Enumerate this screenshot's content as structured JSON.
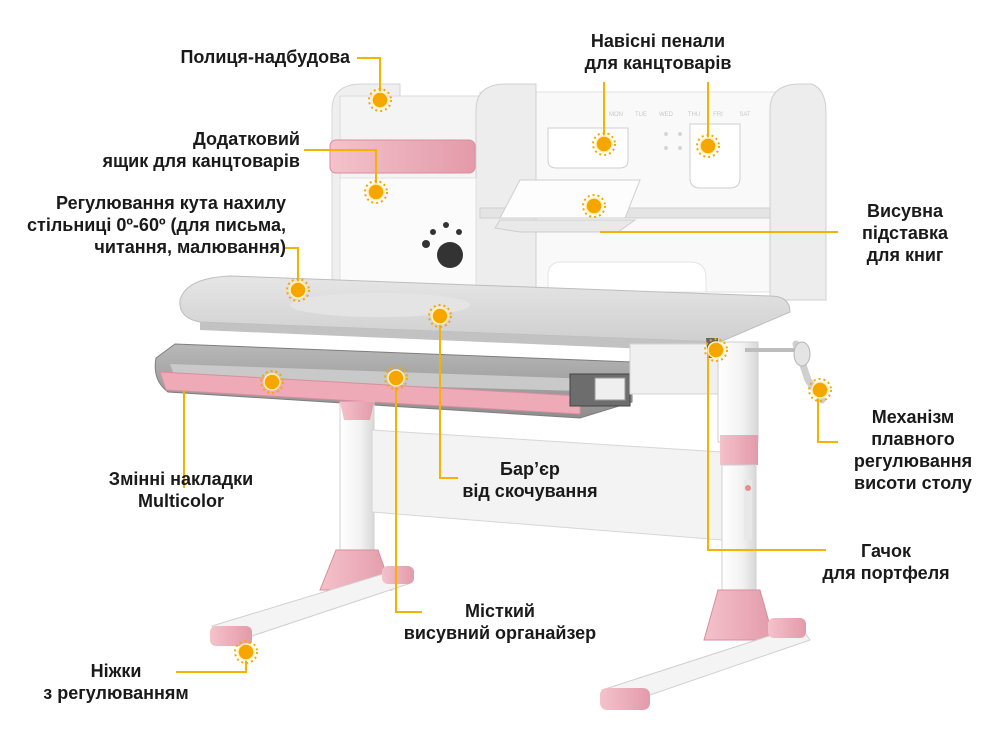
{
  "colors": {
    "accent_pink": "#eeb3bd",
    "pink_dark": "#e29aa8",
    "frame_white": "#f7f7f7",
    "gray_top": "#d9d9d9",
    "gray_dark": "#9a9a9a",
    "leader_yellow": "#f5b301",
    "marker_orange": "#f7a600",
    "label_text": "#1a1a1a"
  },
  "calendar_days": [
    "MON",
    "TUE",
    "WED",
    "THU",
    "FRI",
    "SAT"
  ],
  "callouts": {
    "shelf": [
      "Полиця-надбудова"
    ],
    "pencil_cases": [
      "Навісні пенали",
      "для канцтоварів"
    ],
    "extra_box": [
      "Додатковий",
      "ящик для канцтоварів"
    ],
    "tilt": [
      "Регулювання кута нахилу",
      "стільниці 0º-60º (для письма,",
      "читання, малювання)"
    ],
    "book_stand": [
      "Висувна",
      "підставка",
      "для книг"
    ],
    "height_mechanism": [
      "Механізм",
      "плавного",
      "регулювання",
      "висоти столу"
    ],
    "barrier": [
      "Бар’єр",
      "від скочування"
    ],
    "covers": [
      "Змінні накладки",
      "Multicolor"
    ],
    "hook": [
      "Гачок",
      "для портфеля"
    ],
    "organizer": [
      "Місткий",
      "висувний органайзер"
    ],
    "legs": [
      "Ніжки",
      "з регулюванням"
    ]
  }
}
